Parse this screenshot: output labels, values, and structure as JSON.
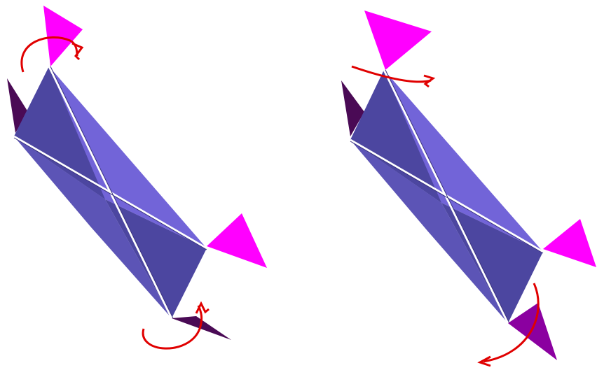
{
  "colors": {
    "background": "#ffffff",
    "body_light": "#7264d8",
    "body_dark": "#4c46a0",
    "body_mid": "#5c54b6",
    "edge": "#ffffff",
    "edge_shadow": "#3a3380",
    "flap_magenta": "#ff00ff",
    "flap_magenta_light": "#ff44ff",
    "flap_purple": "#8b00a0",
    "flap_dark_purple": "#4a0a55",
    "rotation_arrow": "#e00000"
  },
  "figures": [
    {
      "id": "left",
      "flaps": [
        "magenta-top",
        "magenta-right",
        "dark-left",
        "dark-bottom"
      ],
      "rotation_arrows": 2
    },
    {
      "id": "right",
      "flaps": [
        "magenta-top",
        "magenta-right",
        "dark-left",
        "purple-bottom"
      ],
      "rotation_arrows": 2
    }
  ]
}
